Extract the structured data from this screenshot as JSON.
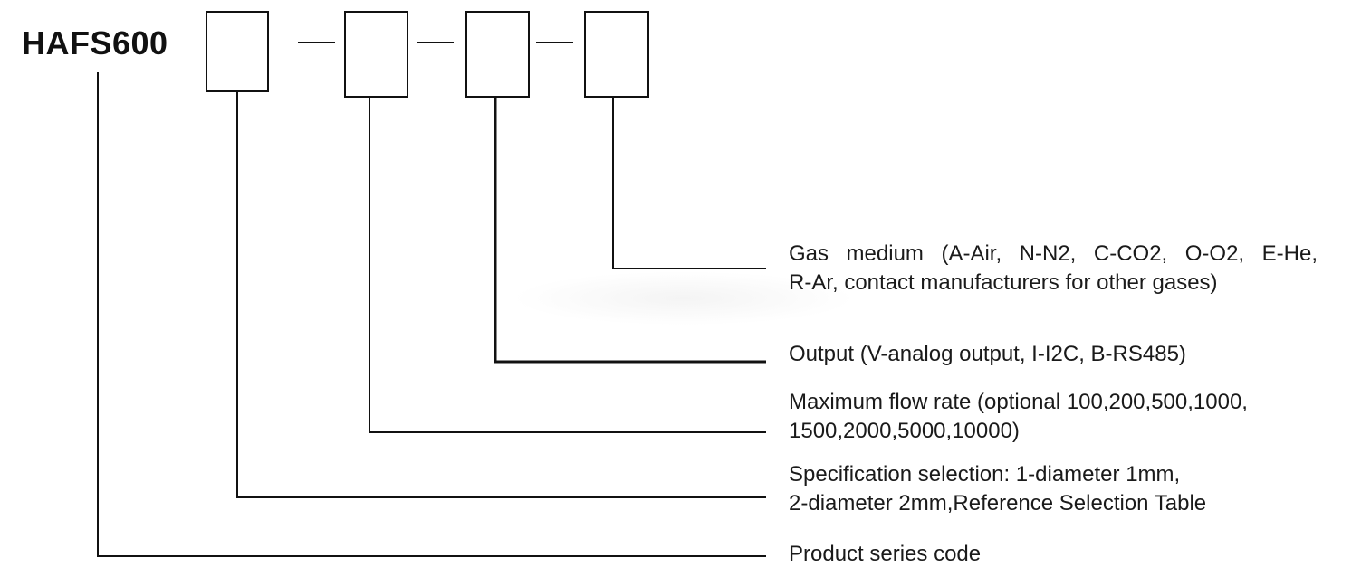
{
  "title": "HAFS600",
  "segments": [
    {
      "id": "gas-medium",
      "lines": [
        "Gas medium (A-Air, N-N2, C-CO2, O-O2, E-He,",
        "R-Ar, contact manufacturers for other gases)"
      ]
    },
    {
      "id": "output",
      "lines": [
        "Output (V-analog output, I-I2C, B-RS485)"
      ]
    },
    {
      "id": "max-flow-rate",
      "lines": [
        "Maximum flow rate (optional 100,200,500,1000,",
        "1500,2000,5000,10000)"
      ]
    },
    {
      "id": "specification",
      "lines": [
        "Specification selection: 1-diameter 1mm,",
        "2-diameter 2mm,Reference Selection Table"
      ]
    },
    {
      "id": "series-code",
      "lines": [
        "Product series code"
      ]
    }
  ],
  "colors": {
    "line": "#111111",
    "text": "#1a1a1a",
    "background": "#ffffff"
  }
}
